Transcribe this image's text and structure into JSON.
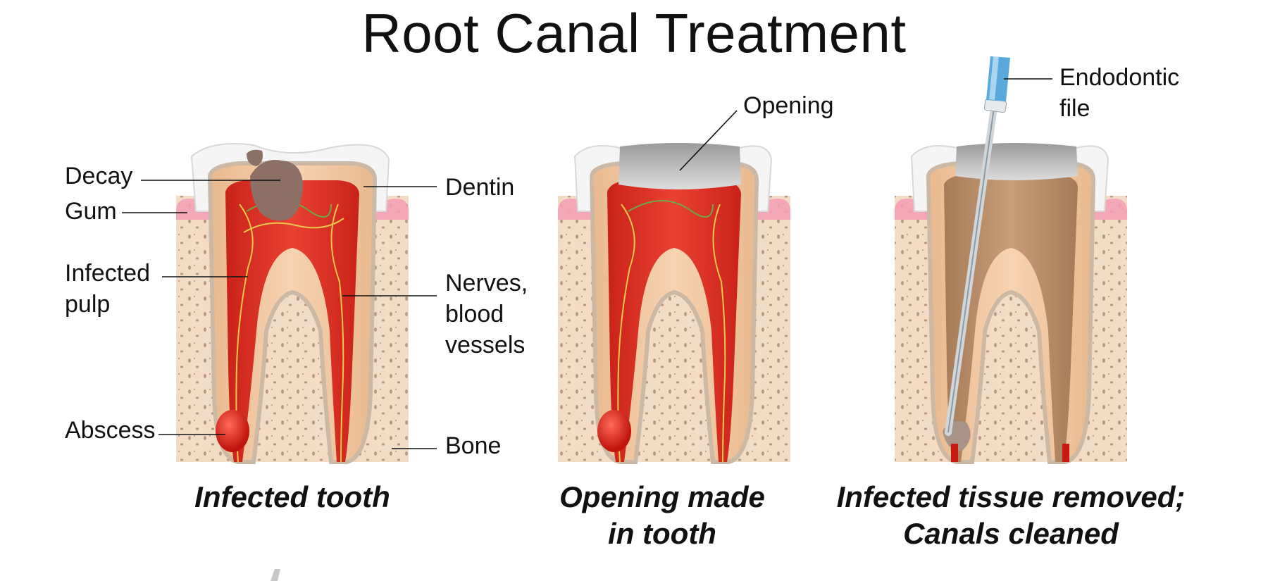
{
  "title": "Root Canal Treatment",
  "labels": {
    "decay": "Decay",
    "gum": "Gum",
    "infected_pulp_line1": "Infected",
    "infected_pulp_line2": "pulp",
    "abscess": "Abscess",
    "dentin": "Dentin",
    "nerves_line1": "Nerves,",
    "nerves_line2": "blood",
    "nerves_line3": "vessels",
    "bone": "Bone",
    "opening": "Opening",
    "file_line1": "Endodontic",
    "file_line2": "file"
  },
  "captions": {
    "step1": "Infected tooth",
    "step2_line1": "Opening made",
    "step2_line2": "in tooth",
    "step3_line1": "Infected tissue removed;",
    "step3_line2": "Canals cleaned"
  },
  "colors": {
    "bone": "#f3dcc6",
    "gum": "#f4a1b4",
    "enamel": "#f4f4f4",
    "dentin": "#f2c8a2",
    "pulp": "#d8261c",
    "cementum": "#c9b9a6",
    "filling": "#c4c4c4",
    "cleaned_canal": "#b88f6b",
    "file_handle": "#5aa9dd"
  }
}
